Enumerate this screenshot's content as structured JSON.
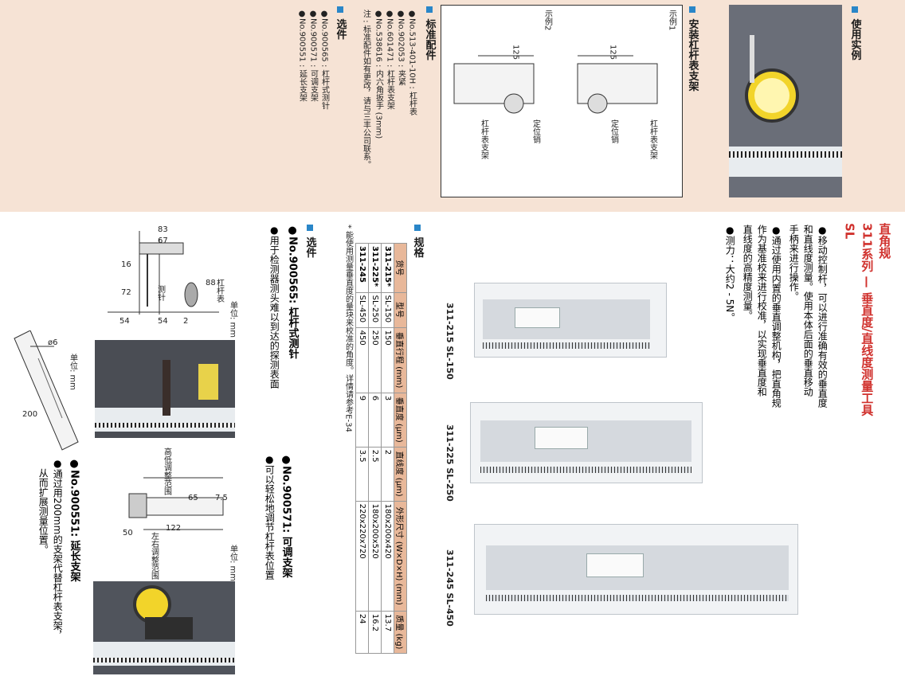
{
  "usage_example": {
    "title": "使用实例"
  },
  "mounting": {
    "title": "安装杠杆表支架",
    "example1": "示例1",
    "example2": "示例2",
    "dim_125": "125",
    "label_lever_holder": "杠杆表支架",
    "label_pin": "定位销"
  },
  "standard_accessories": {
    "title": "标准配件",
    "items": [
      "●No.513-401-10H : 杠杆表",
      "●No.902053 : 夹紧",
      "●No.601471 : 杠杆表支架",
      "●No.538616 : 内六角扳手 (3mm)",
      "注 : 标准配件如有更改，请与三丰公司联系。"
    ]
  },
  "optional_top": {
    "title": "选件",
    "items": [
      "●No.900565 : 杠杆式测针",
      "●No.900571 : 可调支架",
      "●No.900551 : 延长支架"
    ]
  },
  "header": {
    "title": "直角规",
    "series": "311系列 — 垂直度/直线度测量工具",
    "model": "SL"
  },
  "features": [
    "●移动控制杆，可以进行准确有效的垂直度",
    "和直线度测量。使用本体后面的垂直移动",
    "手柄来进行操作。",
    "●通过使用内置的垂直调整机构，把直角规",
    "作为基准校来进行校准，以实现垂直度和",
    "直线度的高精度测量。",
    "●测力：大约2 - 5N。"
  ],
  "products": [
    {
      "label": "311-215  SL-150"
    },
    {
      "label": "311-225  SL-250"
    },
    {
      "label": "311-245  SL-450"
    }
  ],
  "spec": {
    "title": "规格",
    "headers": [
      "货号",
      "型号",
      "垂直行程 (mm)",
      "垂直度 (μm)",
      "直线度 (μm)",
      "外形尺寸 (W×D×H) (mm)",
      "质量 (kg)"
    ],
    "rows": [
      [
        "311-215*",
        "SL-150",
        "150",
        "3",
        "2",
        "180x200x420",
        "13.7"
      ],
      [
        "311-225*",
        "SL-250",
        "250",
        "6",
        "2.5",
        "180x200x520",
        "16.2"
      ],
      [
        "311-245",
        "SL-450",
        "450",
        "9",
        "3.5",
        "220x220x720",
        "24"
      ]
    ],
    "note": "* 能使用测量垂直度的量块来校准的角度。详情请参考E-34"
  },
  "optional_bottom": {
    "title": "选件",
    "item1_title": "●No.900565: 杠杆式测针",
    "item1_desc": "●用于检测器测头难以到达的探测表面",
    "item2_title": "●No.900571: 可调支架",
    "item2_desc": "●可以轻松地调节杠杆表位置",
    "item3_title": "●No.900551: 延长支架",
    "item3_desc_1": "●通过用200mm的支架代替杠杆表支架，",
    "item3_desc_2": "从而扩展测量位置。"
  },
  "drawing_a": {
    "unit": "单位: mm",
    "d83": "83",
    "d67": "67",
    "d16": "16",
    "d72": "72",
    "d88": "88",
    "d54a": "54",
    "d54b": "54",
    "d2": "2",
    "lbl_lever": "杠杆表",
    "lbl_pin": "测针"
  },
  "drawing_b": {
    "unit": "单位: mm",
    "d65": "65",
    "d7_5": "7.5",
    "d122": "122",
    "d50": "50",
    "lbl_up": "高低调整范围",
    "lbl_lr": "左右调整范围"
  },
  "drawing_c": {
    "unit": "单位: mm",
    "d6": "ø6",
    "d200": "200"
  }
}
